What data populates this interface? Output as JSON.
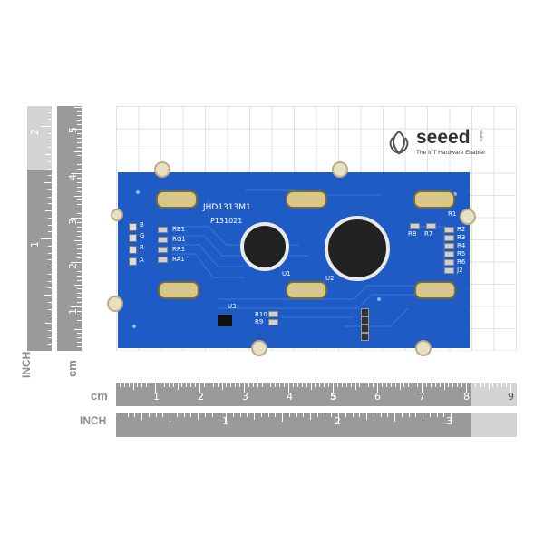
{
  "logo": {
    "brand": "seeed",
    "tagline": "The IoT Hardware Enabler",
    "sub": "studio"
  },
  "board": {
    "model": "JHD1313M1",
    "code": "P131021",
    "labels_left": [
      "B",
      "G",
      "R",
      "A"
    ],
    "labels_rgb": [
      "RB1",
      "RG1",
      "RR1",
      "RA1"
    ],
    "labels_right": [
      "R1",
      "R2",
      "R3",
      "R4",
      "R5",
      "R6",
      "J2"
    ],
    "labels_top_right": [
      "R8",
      "R7"
    ],
    "u1": "U1",
    "u2": "U2",
    "u3": "U3",
    "r10": "R10",
    "r9": "R9"
  },
  "ruler_h_cm": {
    "unit": "cm",
    "numbers": [
      "1",
      "2",
      "3",
      "4",
      "5",
      "6",
      "7",
      "8",
      "9"
    ]
  },
  "ruler_h_inch": {
    "unit": "INCH",
    "numbers": [
      "1",
      "2",
      "3"
    ]
  },
  "ruler_v_cm": {
    "unit": "cm",
    "numbers": [
      "5",
      "4",
      "3",
      "2",
      "1"
    ]
  },
  "ruler_v_inch": {
    "unit": "INCH",
    "numbers": [
      "2",
      "1"
    ]
  },
  "colors": {
    "pcb": "#1f5bc4",
    "ruler": "#9a9a9a",
    "brand_red": "#c9161d"
  }
}
